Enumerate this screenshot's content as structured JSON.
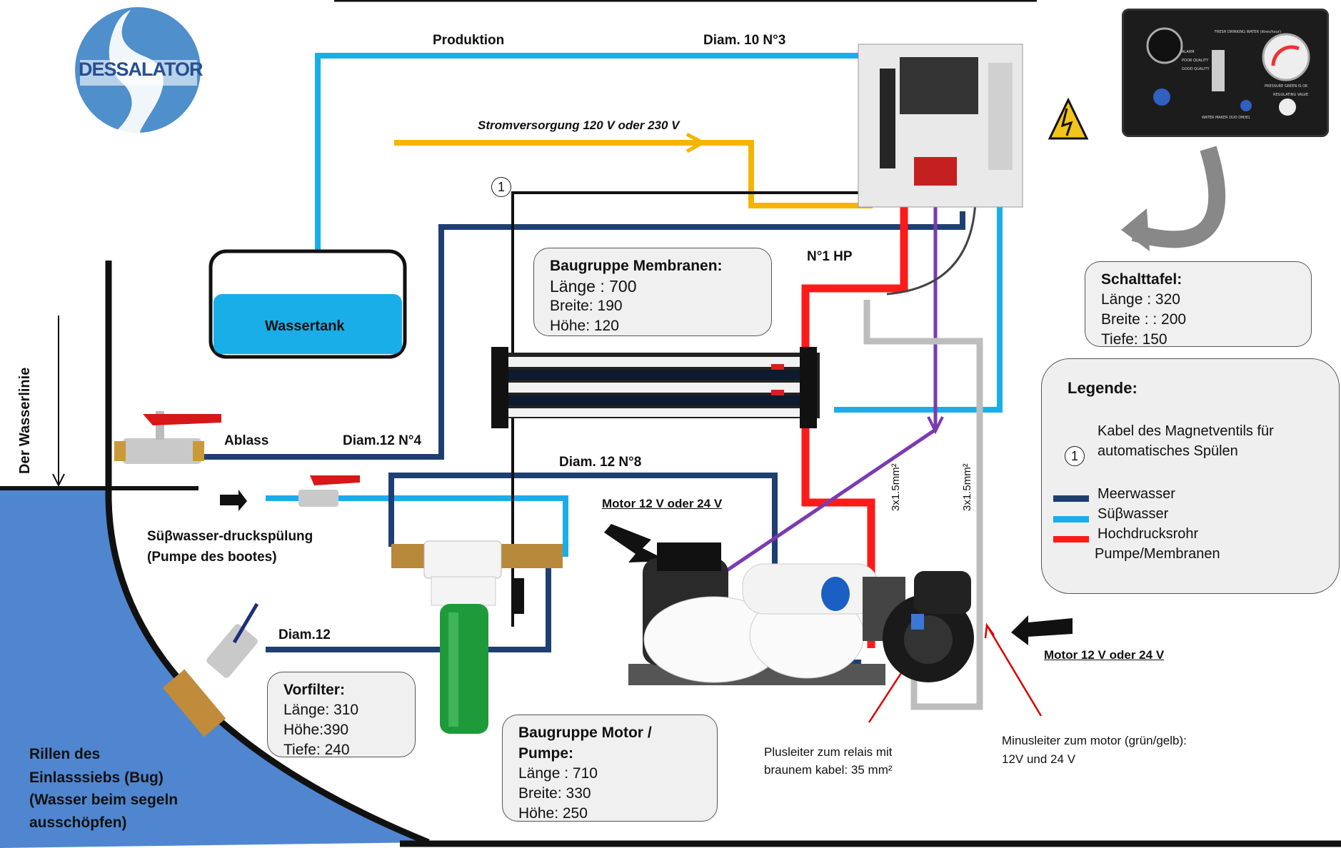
{
  "brand": {
    "logo_text": "DESSALATOR"
  },
  "pipe_labels": {
    "produktion": "Produktion",
    "diam10": "Diam. 10 N°3",
    "power": "Stromversorgung 120 V oder 230 V",
    "hp": "N°1 HP",
    "ablass": "Ablass",
    "diam12n4": "Diam.12 N°4",
    "diam12n8": "Diam. 12 N°8",
    "diam12": "Diam.12",
    "wire1": "3x1.5mm²",
    "wire2": "3x1.5mm²"
  },
  "tank": {
    "label": "Wassertank"
  },
  "waterline": {
    "label": "Der Wasserlinie"
  },
  "freshwater_flush": {
    "line1": "Süβwasser-druckspülung",
    "line2": "(Pumpe des bootes)"
  },
  "hull_intake": {
    "line1": "Rillen des",
    "line2": "Einlasssiebs (Bug)",
    "line3": "(Wasser beim segeln",
    "line4": "ausschöpfen)"
  },
  "motor_labels": {
    "left": "Motor 12 V oder 24 V",
    "right": "Motor 12 V oder 24 V"
  },
  "wire_notes": {
    "plus_line1": "Plusleiter zum relais mit",
    "plus_line2": "braunem kabel: 35 mm²",
    "minus_line1": "Minusleiter zum motor (grün/gelb):",
    "minus_line2": "12V und 24 V"
  },
  "boxes": {
    "membranes": {
      "title": "Baugruppe Membranen:",
      "rows": [
        "Länge : 700",
        "Breite: 190",
        "Höhe: 120"
      ]
    },
    "panel": {
      "title": "Schalttafel:",
      "rows": [
        "Länge : 320",
        "Breite : : 200",
        "Tiefe: 150"
      ]
    },
    "prefilter": {
      "title": "Vorfilter:",
      "rows": [
        "Länge: 310",
        "Höhe:390",
        "Tiefe: 240"
      ]
    },
    "motor": {
      "title_line1": "Baugruppe Motor /",
      "title_line2": "Pumpe:",
      "rows": [
        "Länge : 710",
        "Breite: 330",
        "Höhe: 250"
      ]
    }
  },
  "circle_marker": "1",
  "legend": {
    "title": "Legende:",
    "solenoid_line1": "Kabel des Magnetventils für",
    "solenoid_line2": "automatisches Spülen",
    "items": [
      {
        "label": "Meerwasser",
        "color": "#1f3f73"
      },
      {
        "label": "Süβwasser",
        "color": "#1aaee8"
      },
      {
        "label": "Hochdrucksrohr",
        "color": "#ff1a1a"
      },
      {
        "label": "Pumpe/Membranen",
        "color": ""
      }
    ]
  },
  "colors": {
    "seawater": "#1f3f73",
    "freshwater": "#1aaee8",
    "high_pressure": "#ff1a1a",
    "power": "#f5b400",
    "solenoid_wire": "#111111",
    "signal_wire": "#7a3bb0",
    "gray_wire": "#bdbdbd",
    "sea": "#4f86cf"
  },
  "control_panel": {
    "fresh_water": "FRESH DRINKING WATER (litres/hour)",
    "alarm": "ALARM",
    "poor": "POOR QUALITY",
    "good": "GOOD QUALITY",
    "gauge": "PRESSURE GREEN IS OK",
    "valve": "REGULATING VALVE",
    "footer": "WATER MAKER DUO DM/B1"
  }
}
